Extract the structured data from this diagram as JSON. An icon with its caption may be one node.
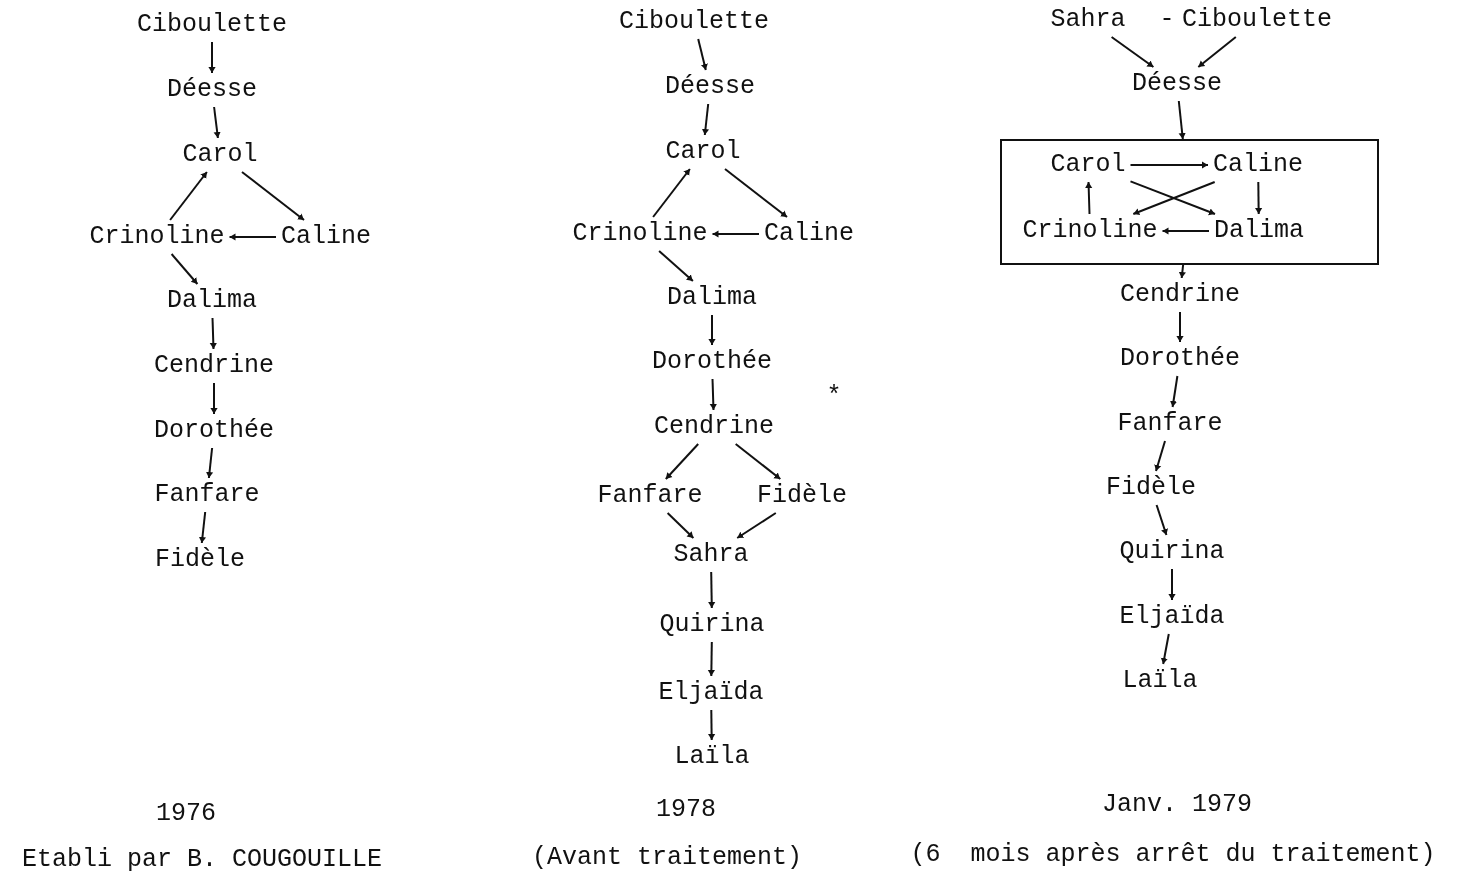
{
  "diagram": {
    "nodes": [
      {
        "text": [
          "Ciboulette"
        ]
      },
      {
        "text": [
          "Déesse"
        ]
      },
      {
        "text": [
          "Carol"
        ]
      },
      {
        "text": [
          "Crinoline"
        ]
      },
      {
        "text": [
          "Caline"
        ]
      },
      {
        "text": [
          "Dalima"
        ]
      },
      {
        "text": [
          "Cendrine"
        ]
      },
      {
        "text": [
          "Dorothée"
        ]
      },
      {
        "text": [
          "Fanfare"
        ]
      },
      {
        "text": [
          "Fidèle"
        ]
      },
      {
        "text": [
          "Ciboulette"
        ]
      },
      {
        "text": [
          "Déesse"
        ]
      },
      {
        "text": [
          "Carol"
        ]
      },
      {
        "text": [
          "Crinoline"
        ]
      },
      {
        "text": [
          "Caline"
        ]
      },
      {
        "text": [
          "Dalima"
        ]
      },
      {
        "text": [
          "Dorothée"
        ]
      },
      {
        "text": [
          "Cendrine"
        ]
      },
      {
        "text": [
          "Fanfare"
        ]
      },
      {
        "text": [
          "Fidèle"
        ]
      },
      {
        "text": [
          "Sahra"
        ]
      },
      {
        "text": [
          "Quirina"
        ]
      },
      {
        "text": [
          "Eljaïda"
        ]
      },
      {
        "text": [
          "Laïla"
        ]
      },
      {
        "text": [
          "Sahra"
        ]
      },
      {
        "text": [
          "Ciboulette"
        ]
      },
      {
        "text": [
          "Déesse"
        ]
      },
      {
        "text": [],
        "shape": "box"
      },
      {
        "text": [
          "Carol"
        ],
        "in": 27
      },
      {
        "text": [
          "Caline"
        ],
        "in": 27
      },
      {
        "text": [
          "Crinoline"
        ],
        "in": 27
      },
      {
        "text": [
          "Dalima"
        ],
        "in": 27
      },
      {
        "text": [
          "Cendrine"
        ]
      },
      {
        "text": [
          "Dorothée"
        ]
      },
      {
        "text": [
          "Fanfare"
        ]
      },
      {
        "text": [
          "Fidèle"
        ]
      },
      {
        "text": [
          "Quirina"
        ]
      },
      {
        "text": [
          "Eljaïda"
        ]
      },
      {
        "text": [
          "Laïla"
        ]
      }
    ],
    "edges": [
      {
        "from": 0,
        "to": 1,
        "arrow": "to"
      },
      {
        "from": 1,
        "to": 2,
        "arrow": "to"
      },
      {
        "from": 3,
        "to": 2,
        "arrow": "to"
      },
      {
        "from": 2,
        "to": 4,
        "arrow": "to"
      },
      {
        "from": 4,
        "to": 3,
        "arrow": "to"
      },
      {
        "from": 3,
        "to": 5,
        "arrow": "to"
      },
      {
        "from": 5,
        "to": 6,
        "arrow": "to"
      },
      {
        "from": 6,
        "to": 7,
        "arrow": "to"
      },
      {
        "from": 7,
        "to": 8,
        "arrow": "to"
      },
      {
        "from": 8,
        "to": 9,
        "arrow": "to"
      },
      {
        "from": 10,
        "to": 11,
        "arrow": "to"
      },
      {
        "from": 11,
        "to": 12,
        "arrow": "to"
      },
      {
        "from": 13,
        "to": 12,
        "arrow": "to"
      },
      {
        "from": 12,
        "to": 14,
        "arrow": "to"
      },
      {
        "from": 14,
        "to": 13,
        "arrow": "to"
      },
      {
        "from": 13,
        "to": 15,
        "arrow": "to"
      },
      {
        "from": 15,
        "to": 16,
        "arrow": "to"
      },
      {
        "from": 16,
        "to": 17,
        "arrow": "to"
      },
      {
        "from": 17,
        "to": 18,
        "arrow": "to"
      },
      {
        "from": 17,
        "to": 19,
        "arrow": "to"
      },
      {
        "from": 18,
        "to": 20,
        "arrow": "to"
      },
      {
        "from": 19,
        "to": 20,
        "arrow": "to"
      },
      {
        "from": 20,
        "to": 21,
        "arrow": "to"
      },
      {
        "from": 21,
        "to": 22,
        "arrow": "to"
      },
      {
        "from": 22,
        "to": 23,
        "arrow": "to"
      },
      {
        "from": 24,
        "to": 26,
        "arrow": "to"
      },
      {
        "from": 25,
        "to": 26,
        "arrow": "to"
      },
      {
        "from": 26,
        "to": 27,
        "arrow": "to"
      },
      {
        "from": 28,
        "to": 29,
        "arrow": "to"
      },
      {
        "from": 30,
        "to": 28,
        "arrow": "to"
      },
      {
        "from": 29,
        "to": 31,
        "arrow": "to"
      },
      {
        "from": 28,
        "to": 31,
        "arrow": "to"
      },
      {
        "from": 29,
        "to": 30,
        "arrow": "to"
      },
      {
        "from": 31,
        "to": 30,
        "arrow": "to"
      },
      {
        "from": 27,
        "to": 32,
        "arrow": "to"
      },
      {
        "from": 32,
        "to": 33,
        "arrow": "to"
      },
      {
        "from": 33,
        "to": 34,
        "arrow": "to"
      },
      {
        "from": 34,
        "to": 35,
        "arrow": "to"
      },
      {
        "from": 35,
        "to": 36,
        "arrow": "to"
      },
      {
        "from": 36,
        "to": 37,
        "arrow": "to"
      },
      {
        "from": 37,
        "to": 38,
        "arrow": "to"
      }
    ],
    "labels": [
      "-",
      "*",
      "1976",
      "1978",
      "Janv. 1979",
      "Etabli par B. COUGOUILLE",
      "(Avant traitement)",
      "(6  mois après arrêt du traitement)"
    ]
  }
}
